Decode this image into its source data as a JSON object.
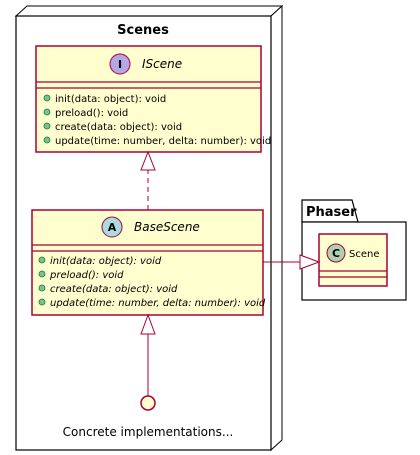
{
  "packages": {
    "scenes": {
      "title": "Scenes"
    },
    "phaser": {
      "title": "Phaser"
    }
  },
  "classes": {
    "iscene": {
      "name": "IScene",
      "stereotype_letter": "I",
      "stereotype_color": "#B4A7E5",
      "members": [
        "init(data: object): void",
        "preload(): void",
        "create(data: object): void",
        "update(time: number, delta: number): void"
      ]
    },
    "basescene": {
      "name": "BaseScene",
      "stereotype_letter": "A",
      "stereotype_color": "#A9DCDF",
      "members": [
        "init(data: object): void",
        "preload(): void",
        "create(data: object): void",
        "update(time: number, delta: number): void"
      ]
    },
    "phaser_scene": {
      "name": "Scene",
      "stereotype_letter": "C",
      "stereotype_color": "#ADD1B2"
    }
  },
  "implementations_label": "Concrete implementations...",
  "colors": {
    "class_fill": "#FEFECE",
    "class_border": "#A80036",
    "member_bullet": "#84BE84"
  }
}
